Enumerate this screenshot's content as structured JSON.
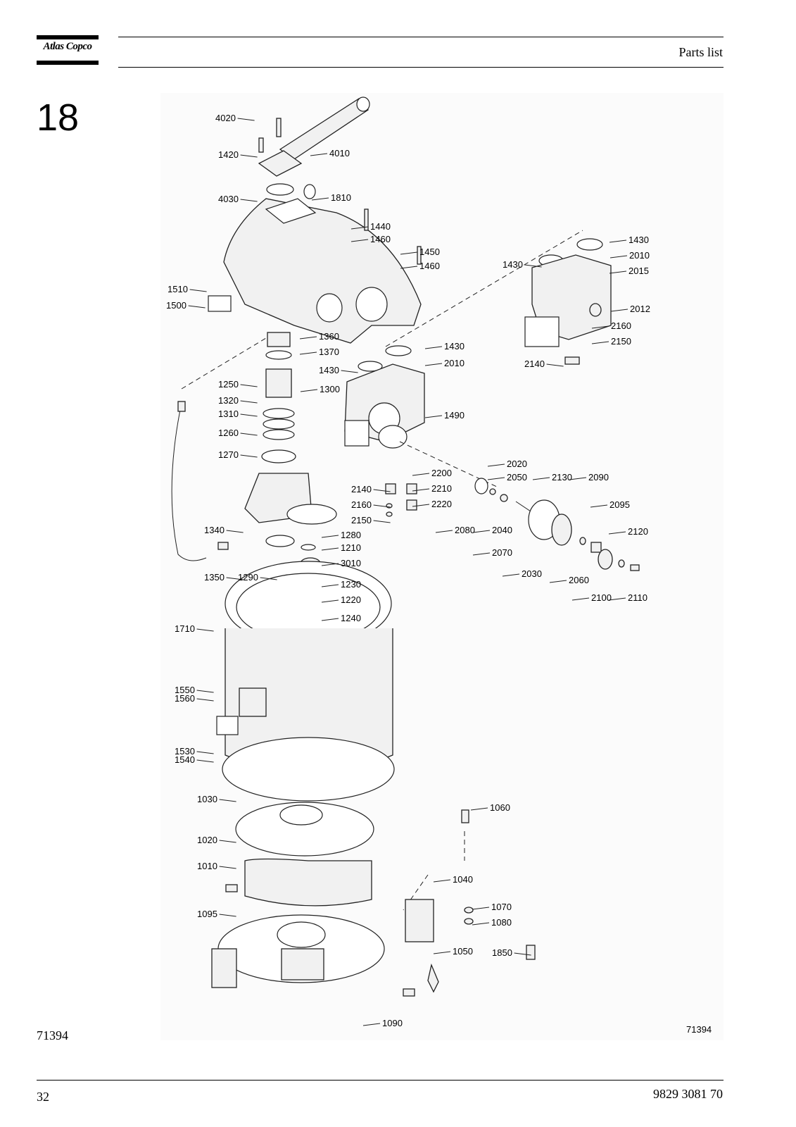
{
  "header": {
    "brand": "Atlas Copco",
    "title": "Parts list"
  },
  "section_number": "18",
  "figure": {
    "id_left": "71394",
    "id_right": "71394",
    "callouts": [
      "4020",
      "1420",
      "4010",
      "4030",
      "1810",
      "1440",
      "1460",
      "1450",
      "1460",
      "1430",
      "1430",
      "2010",
      "2015",
      "2012",
      "2160",
      "2150",
      "2140",
      "1510",
      "1500",
      "1360",
      "1370",
      "1430",
      "1430",
      "2010",
      "1250",
      "1300",
      "1320",
      "1310",
      "1260",
      "1490",
      "1270",
      "2020",
      "2050",
      "2130",
      "2090",
      "2200",
      "2140",
      "2210",
      "2160",
      "2220",
      "2150",
      "2080",
      "2040",
      "2095",
      "1280",
      "1340",
      "1210",
      "2070",
      "2120",
      "3010",
      "1350",
      "1290",
      "2030",
      "2060",
      "1230",
      "1220",
      "2100",
      "2110",
      "1240",
      "1710",
      "1550",
      "1560",
      "1530",
      "1540",
      "1030",
      "1060",
      "1020",
      "1010",
      "1040",
      "1095",
      "1070",
      "1080",
      "1050",
      "1850",
      "1090"
    ]
  },
  "footer": {
    "page_number": "32",
    "document_number": "9829 3081 70"
  }
}
